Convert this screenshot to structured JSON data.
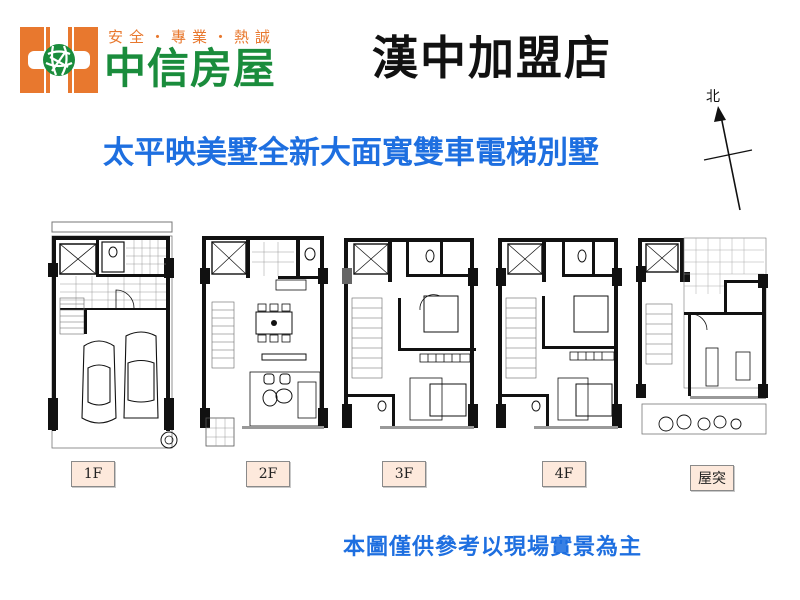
{
  "logo": {
    "slogan": "安全・專業・熱誠",
    "brand_name": "中信房屋",
    "colors": {
      "orange": "#e8782e",
      "green": "#1a8c3c"
    }
  },
  "branch_title": "漢中加盟店",
  "headline": "太平映美墅全新大面寬雙車電梯別墅",
  "compass": {
    "north_label": "北"
  },
  "floors": [
    {
      "label": "1F",
      "description": "Garage with two car parking spaces, elevator, bathroom, staircase, A/C"
    },
    {
      "label": "2F",
      "description": "Dining area, kitchen, living room, bathroom, elevator, balcony"
    },
    {
      "label": "3F",
      "description": "Two bedrooms, two bathrooms, walk-in closets, elevator"
    },
    {
      "label": "4F",
      "description": "Two bedrooms, two bathrooms, walk-in closets, elevator"
    },
    {
      "label": "屋突",
      "description": "Rooftop: elevator, laundry, storage room, exercise room, terrace with plants"
    }
  ],
  "disclaimer": "本圖僅供參考以現場實景為主",
  "colors": {
    "headline_blue": "#1e6fe0",
    "tag_bg": "#fde9dc"
  }
}
